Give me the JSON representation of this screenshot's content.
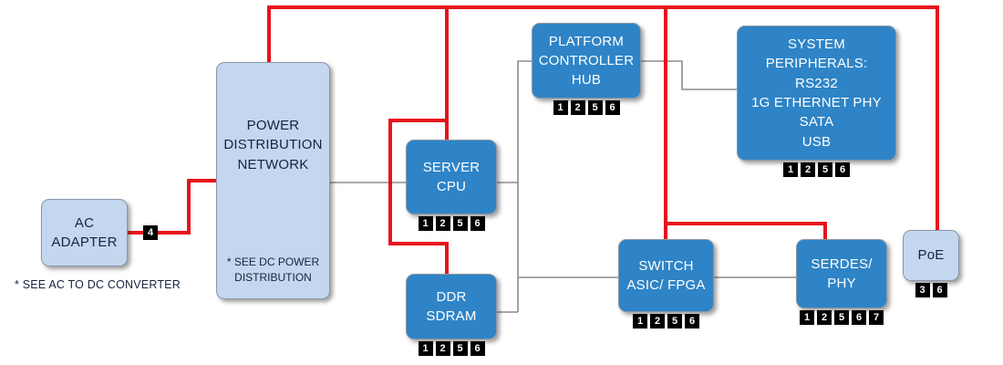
{
  "colors": {
    "power": "#e8131d",
    "signal": "#8c8c8c",
    "light_fill": "#c3d7ee",
    "dark_fill": "#2e84c6",
    "box_border": "#8a97a6",
    "badge_bg": "#000000",
    "badge_text": "#ffffff",
    "text_dark": "#16243f",
    "text_light": "#ffffff"
  },
  "nodes": {
    "ac_adapter": {
      "label": "AC\nADAPTER"
    },
    "pdn": {
      "label": "POWER\nDISTRIBUTION\nNETWORK",
      "note": "* SEE DC POWER\nDISTRIBUTION"
    },
    "server_cpu": {
      "label": "SERVER\nCPU",
      "badges": [
        "1",
        "2",
        "5",
        "6"
      ]
    },
    "ddr_sdram": {
      "label": "DDR\nSDRAM",
      "badges": [
        "1",
        "2",
        "5",
        "6"
      ]
    },
    "pch": {
      "label": "PLATFORM\nCONTROLLER\nHUB",
      "badges": [
        "1",
        "2",
        "5",
        "6"
      ]
    },
    "system_peripherals": {
      "label": "SYSTEM\nPERIPHERALS:\nRS232\n1G ETHERNET PHY\nSATA\nUSB",
      "badges": [
        "1",
        "2",
        "5",
        "6"
      ]
    },
    "switch_asic": {
      "label": "SWITCH\nASIC/ FPGA",
      "badges": [
        "1",
        "2",
        "5",
        "6"
      ]
    },
    "serdes_phy": {
      "label": "SERDES/\nPHY",
      "badges": [
        "1",
        "2",
        "5",
        "6",
        "7"
      ]
    },
    "poe": {
      "label": "PoE",
      "badges": [
        "3",
        "6"
      ]
    }
  },
  "ac_badge": "4",
  "footnote": "* SEE AC TO DC CONVERTER"
}
